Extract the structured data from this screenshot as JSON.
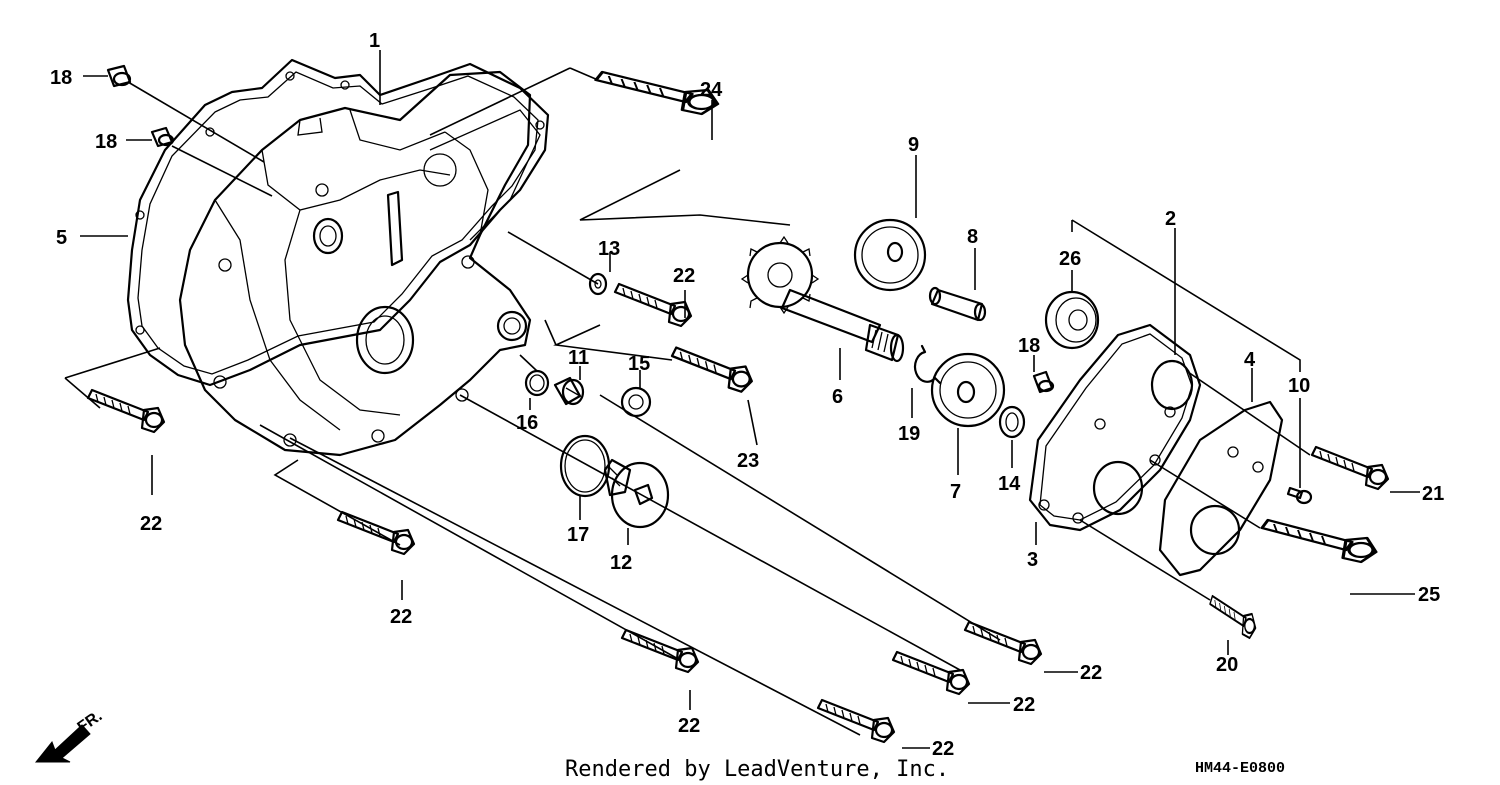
{
  "diagram": {
    "credit": "Rendered by LeadVenture, Inc.",
    "code": "HM44-E0800",
    "direction": "FR.",
    "callouts": [
      {
        "id": "c-1",
        "label": "1"
      },
      {
        "id": "c-2",
        "label": "2"
      },
      {
        "id": "c-3",
        "label": "3"
      },
      {
        "id": "c-4",
        "label": "4"
      },
      {
        "id": "c-5",
        "label": "5"
      },
      {
        "id": "c-6",
        "label": "6"
      },
      {
        "id": "c-7",
        "label": "7"
      },
      {
        "id": "c-8",
        "label": "8"
      },
      {
        "id": "c-9",
        "label": "9"
      },
      {
        "id": "c-10",
        "label": "10"
      },
      {
        "id": "c-11",
        "label": "11"
      },
      {
        "id": "c-12",
        "label": "12"
      },
      {
        "id": "c-13",
        "label": "13"
      },
      {
        "id": "c-14",
        "label": "14"
      },
      {
        "id": "c-15",
        "label": "15"
      },
      {
        "id": "c-16",
        "label": "16"
      },
      {
        "id": "c-17",
        "label": "17"
      },
      {
        "id": "c-18a",
        "label": "18"
      },
      {
        "id": "c-18b",
        "label": "18"
      },
      {
        "id": "c-18c",
        "label": "18"
      },
      {
        "id": "c-19",
        "label": "19"
      },
      {
        "id": "c-20",
        "label": "20"
      },
      {
        "id": "c-21",
        "label": "21"
      },
      {
        "id": "c-22a",
        "label": "22"
      },
      {
        "id": "c-22b",
        "label": "22"
      },
      {
        "id": "c-22c",
        "label": "22"
      },
      {
        "id": "c-22d",
        "label": "22"
      },
      {
        "id": "c-22e",
        "label": "22"
      },
      {
        "id": "c-22f",
        "label": "22"
      },
      {
        "id": "c-22g",
        "label": "22"
      },
      {
        "id": "c-23",
        "label": "23"
      },
      {
        "id": "c-24",
        "label": "24"
      },
      {
        "id": "c-25",
        "label": "25"
      },
      {
        "id": "c-26",
        "label": "26"
      }
    ]
  }
}
